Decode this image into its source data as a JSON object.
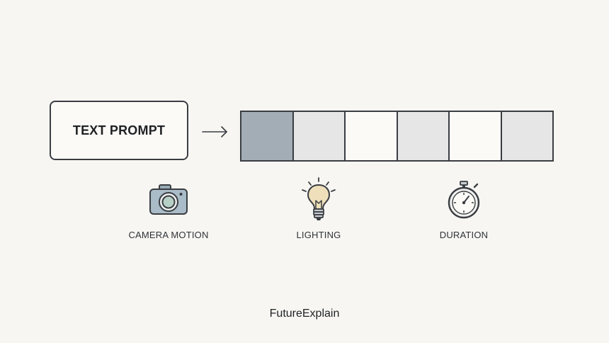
{
  "prompt": {
    "label": "TEXT PROMPT"
  },
  "arrow_icon": "right-arrow-icon",
  "frames": [
    {
      "fill": "#a3adb6"
    },
    {
      "fill": "#e6e6e6"
    },
    {
      "fill": "#fbfaf7"
    },
    {
      "fill": "#e6e6e6"
    },
    {
      "fill": "#fbfaf7"
    },
    {
      "fill": "#e6e6e6"
    }
  ],
  "features": [
    {
      "label": "CAMERA MOTION",
      "icon": "camera-icon"
    },
    {
      "label": "LIGHTING",
      "icon": "lightbulb-icon"
    },
    {
      "label": "DURATION",
      "icon": "stopwatch-icon"
    }
  ],
  "brand": {
    "name": "FutureExplain"
  },
  "colors": {
    "background": "#f7f6f2",
    "outline": "#3a3d42",
    "camera_body": "#a9bcc7",
    "camera_lens": "#b7d0c5",
    "bulb_glass": "#efe0bb"
  }
}
